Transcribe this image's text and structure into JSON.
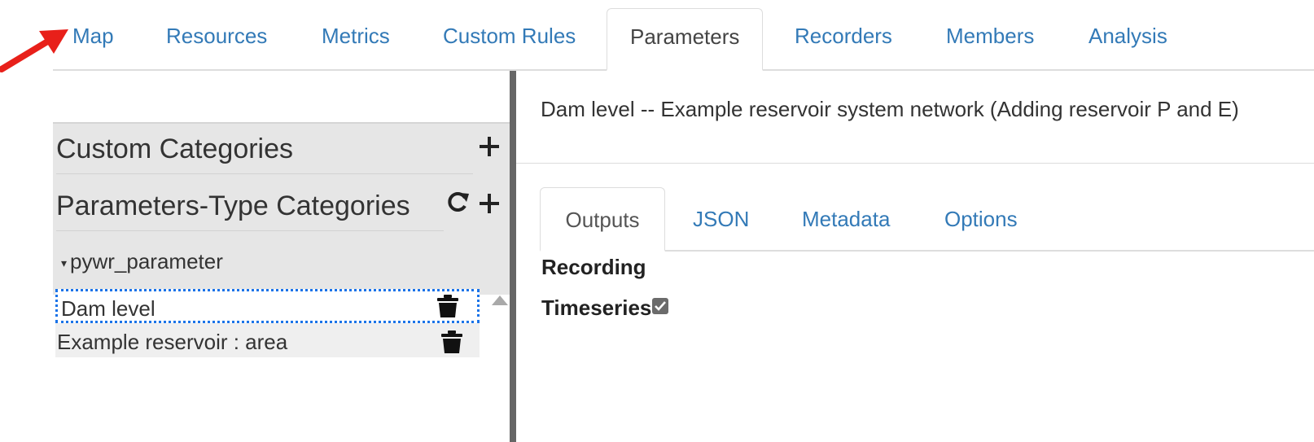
{
  "nav": {
    "tabs": [
      {
        "label": "Map"
      },
      {
        "label": "Resources"
      },
      {
        "label": "Metrics"
      },
      {
        "label": "Custom Rules"
      },
      {
        "label": "Parameters"
      },
      {
        "label": "Recorders"
      },
      {
        "label": "Members"
      },
      {
        "label": "Analysis"
      }
    ],
    "active_tab": "Parameters"
  },
  "sidebar": {
    "custom_categories_label": "Custom Categories",
    "type_categories_label": "Parameters-Type Categories",
    "tree_node_label": "pywr_parameter",
    "parameters": [
      {
        "label": "Dam level",
        "selected": true
      },
      {
        "label": "Example reservoir : area",
        "selected": false
      }
    ]
  },
  "detail": {
    "title": "Dam level -- Example reservoir system network (Adding reservoir P and E)",
    "tabs": [
      {
        "label": "Outputs"
      },
      {
        "label": "JSON"
      },
      {
        "label": "Metadata"
      },
      {
        "label": "Options"
      }
    ],
    "active_tab": "Outputs",
    "section_label": "Recording",
    "timeseries_label": "Timeseries",
    "timeseries_checked": true
  },
  "colors": {
    "link": "#337ab7",
    "annotation_arrow": "#e8201a",
    "selection_outline": "#1a73e8",
    "category_background": "#e6e6e6"
  },
  "icons": {
    "annotation": "red-arrow-icon",
    "add": "plus-icon",
    "refresh": "refresh-icon",
    "expand": "caret-down-icon",
    "delete": "trash-icon",
    "scroll": "scroll-up-icon",
    "checkbox": "checkbox-icon"
  }
}
